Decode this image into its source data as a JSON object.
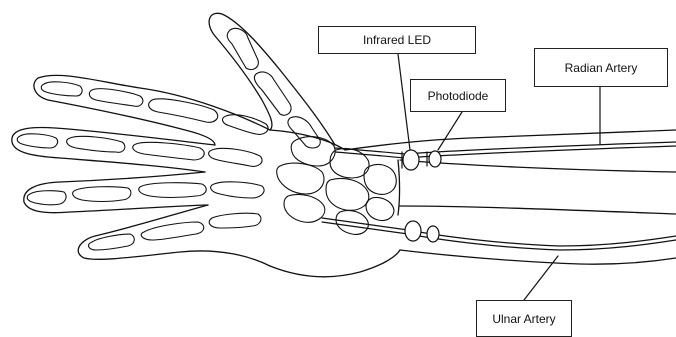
{
  "labels": {
    "infrared_led": "Infrared LED",
    "photodiode": "Photodiode",
    "radian_artery": "Radian Artery",
    "ulnar_artery": "Ulnar Artery"
  },
  "colors": {
    "line": "#111111",
    "background": "#ffffff"
  }
}
